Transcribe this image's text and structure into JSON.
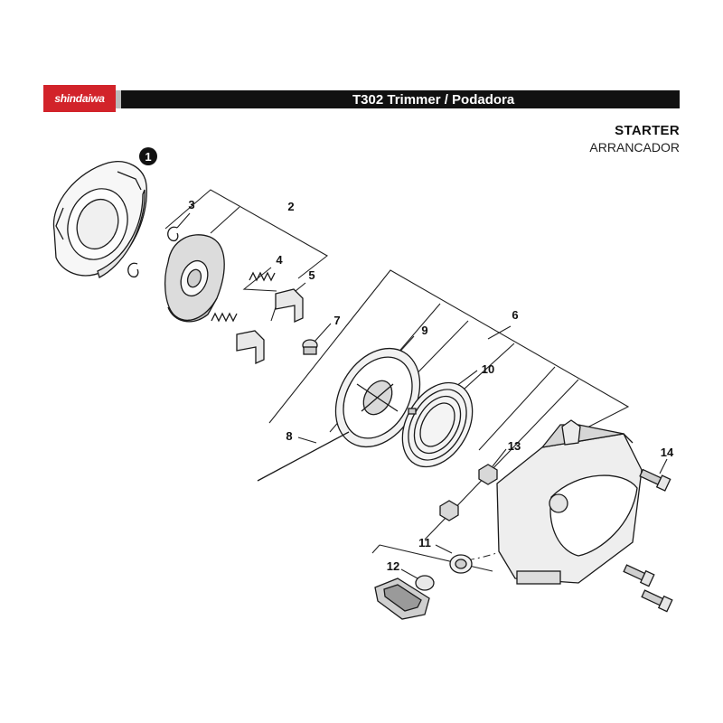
{
  "brand": {
    "name": "shindaiwa",
    "accent_color": "#d2232a"
  },
  "header": {
    "title": "T302 Trimmer / Podadora"
  },
  "section": {
    "title": "STARTER",
    "subtitle": "ARRANCADOR"
  },
  "callouts": [
    "1",
    "2",
    "3",
    "4",
    "5",
    "6",
    "7",
    "8",
    "9",
    "10",
    "11",
    "12",
    "13",
    "14"
  ]
}
